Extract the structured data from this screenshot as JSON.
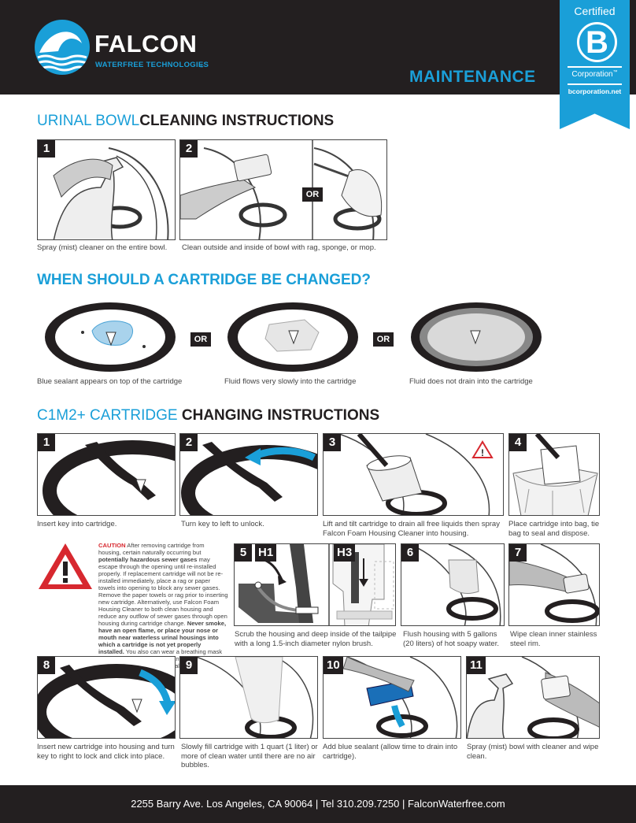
{
  "header": {
    "brand_name": "FALCON",
    "brand_sub": "WATERFREE TECHNOLOGIES",
    "reg": "®",
    "maintenance": "MAINTENANCE",
    "bcorp": {
      "certified": "Certified",
      "letter": "B",
      "corporation": "Corporation",
      "tm": "™",
      "url": "bcorporation.net"
    }
  },
  "sections": {
    "urinal": {
      "light": "URINAL BOWL",
      "bold": "CLEANING INSTRUCTIONS"
    },
    "cartridge_q": {
      "bold": "WHEN SHOULD A CARTRIDGE BE CHANGED?"
    },
    "c1m2": {
      "light": "C1M2+ CARTRIDGE",
      "bold": "CHANGING INSTRUCTIONS"
    }
  },
  "or_label": "OR",
  "cleaning": {
    "step1": {
      "num": "1",
      "caption": "Spray (mist) cleaner on the entire bowl."
    },
    "step2": {
      "num": "2",
      "caption": "Clean outside and inside of bowl with rag, sponge, or mop."
    }
  },
  "change_signs": [
    "Blue sealant appears on top of the cartridge",
    "Fluid flows very slowly into the cartridge",
    "Fluid does not drain into the cartridge"
  ],
  "steps": {
    "s1": {
      "num": "1",
      "caption": "Insert key into cartridge."
    },
    "s2": {
      "num": "2",
      "caption": "Turn key to left to unlock."
    },
    "s3": {
      "num": "3",
      "caption": "Lift and tilt cartridge to drain all free liquids then spray Falcon Foam Housing Cleaner into housing."
    },
    "s4": {
      "num": "4",
      "caption": "Place cartridge into bag, tie bag to seal and dispose."
    },
    "s5": {
      "num": "5",
      "h1": "H1",
      "h3": "H3",
      "caption": "Scrub the housing and deep inside of the tailpipe with a long 1.5-inch diameter nylon brush."
    },
    "s6": {
      "num": "6",
      "caption": "Flush housing with 5 gallons (20 liters) of hot soapy water."
    },
    "s7": {
      "num": "7",
      "caption": "Wipe clean inner stainless steel rim."
    },
    "s8": {
      "num": "8",
      "caption": "Insert new cartridge into housing and turn key to right to lock and click into place."
    },
    "s9": {
      "num": "9",
      "caption": "Slowly fill cartridge with 1 quart (1 liter) or more of clean water until there are no air bubbles."
    },
    "s10": {
      "num": "10",
      "caption": "Add blue sealant (allow time to drain into cartridge)."
    },
    "s11": {
      "num": "11",
      "caption": "Spray (mist) bowl with cleaner and wipe clean."
    }
  },
  "caution": {
    "label": "CAUTION",
    "t1": " After removing cartridge from housing, certain naturally occurring but ",
    "b1": "potentially hazardous sewer gases",
    "t2": " may escape through the opening until re-installed properly. If replacement cartridge will not be re-installed immediately, place a rag or paper towels into opening to block any sewer gases. Remove the paper towels or rag prior to inserting new cartridge. Alternatively, use Falcon Foam Housing Cleaner to both clean housing and reduce any outflow of sewer gases through open housing during cartridge change. ",
    "b2": "Never smoke, have an open flame, or place your nose or mouth near waterless urinal housings into which a cartridge is not yet properly installed.",
    "t3": " You also can wear a breathing mask when removing or installing any waterless urinal or cartridge to reduce potential exposure to any such gases."
  },
  "footer": {
    "text": "2255 Barry Ave. Los Angeles, CA 90064 | Tel 310.209.7250 | FalconWaterfree.com"
  },
  "colors": {
    "accent": "#1a9fd8",
    "dark": "#231f20",
    "warning": "#d7282f"
  }
}
